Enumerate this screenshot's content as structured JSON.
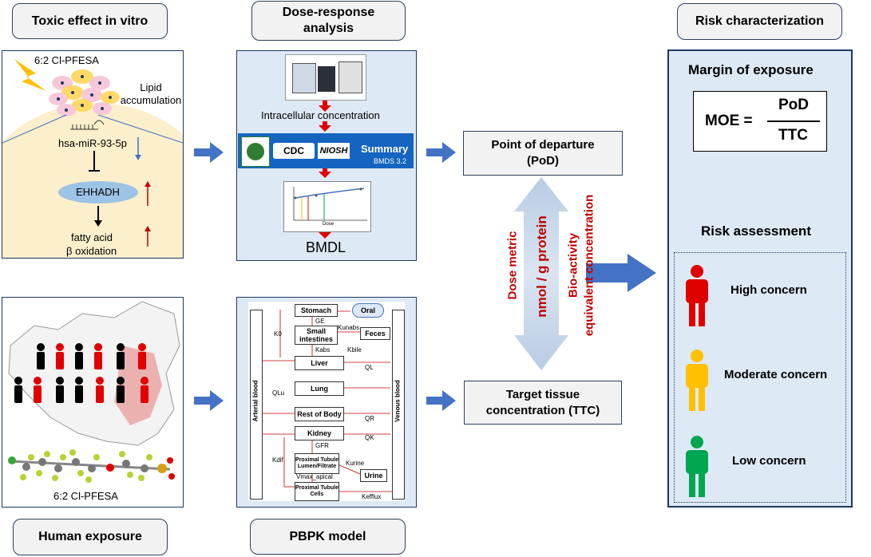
{
  "top_labels": {
    "toxic": "Toxic effect in vitro",
    "dose_response": "Dose-response analysis",
    "risk": "Risk characterization"
  },
  "bottom_labels": {
    "human": "Human exposure",
    "pbpk": "PBPK model"
  },
  "toxic_panel": {
    "compound": "6:2 Cl-PFESA",
    "lipid": "Lipid accumulation",
    "mirna": "hsa-miR-93-5p",
    "gene": "EHHADH",
    "fatty_acid": "fatty acid",
    "beta_ox": "β oxidation"
  },
  "dose_panel": {
    "intracellular": "Intracellular concentration",
    "summary": "Summary",
    "bmds": "BMDS 3.2",
    "cdc": "CDC",
    "niosh": "NIOSH",
    "bmdl": "BMDL",
    "mini_axis_x": "Dose"
  },
  "human_panel": {
    "compound": "6:2 Cl-PFESA"
  },
  "pbpk": {
    "arterial": "Arterial blood",
    "venous": "Venous blood",
    "stomach": "Stomach",
    "oral": "Oral",
    "small_intestines": "Small intestines",
    "feces": "Feces",
    "liver": "Liver",
    "lung": "Lung",
    "rest": "Rest of Body",
    "kidney": "Kidney",
    "proximal_lumen": "Proximal Tubule Lumen/Filtrate",
    "urine": "Urine",
    "proximal_cells": "Proximal Tubule Cells",
    "ge": "GE",
    "k0": "K0",
    "kunabs": "Kunabs",
    "kabs": "Kabs",
    "kbile": "Kbile",
    "ql": "QL",
    "qlu": "QLu",
    "qr": "QR",
    "qk": "QK",
    "gfr": "GFR",
    "kdif": "Kdif",
    "kurine": "Kurine",
    "vmax": "Vmax_apical",
    "kefflux": "Kefflux"
  },
  "middle": {
    "pod": "Point of departure (PoD)",
    "ttc": "Target tissue concentration (TTC)",
    "dose_metric": "Dose metric",
    "nmol": "nmol / g protein",
    "bioactivity": "Bio-activity",
    "equivalent": "equivalent concentration"
  },
  "risk_panel": {
    "margin_title": "Margin of exposure",
    "moe": "MOE =",
    "pod": "PoD",
    "ttc": "TTC",
    "assessment_title": "Risk assessment",
    "high": "High concern",
    "moderate": "Moderate concern",
    "low": "Low concern"
  },
  "colors": {
    "panel_bg": "#dde9f5",
    "panel_border": "#1f3864",
    "arrow_blue": "#4472c4",
    "red": "#c00000",
    "high": "#e00000",
    "moderate": "#ffc000",
    "low": "#00a650"
  }
}
